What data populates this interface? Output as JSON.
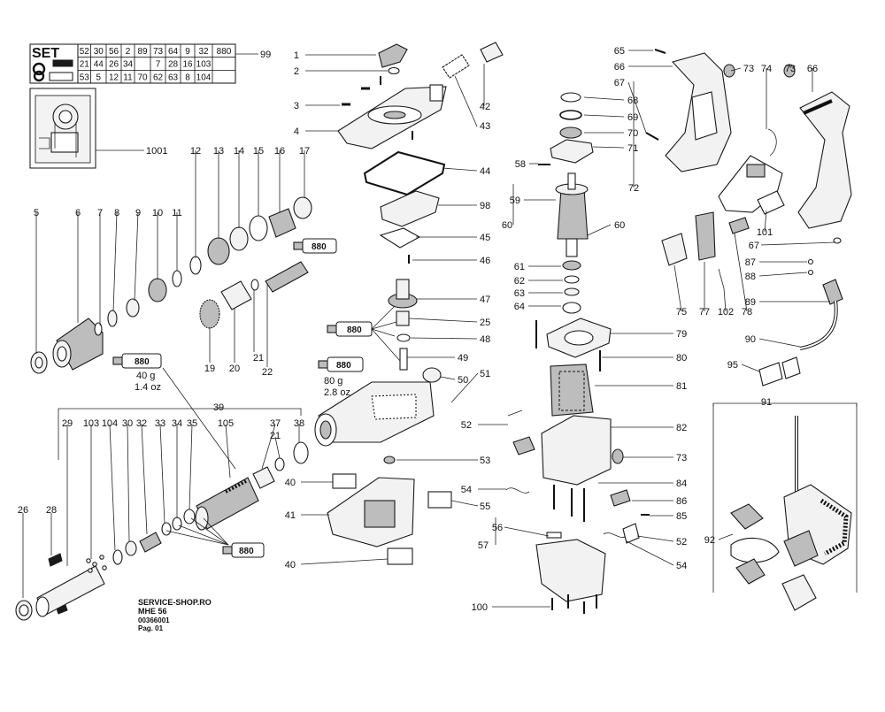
{
  "set_table": {
    "title": "SET",
    "rows": [
      [
        "52",
        "30",
        "56",
        "2",
        "89",
        "73",
        "64",
        "9",
        "32",
        "880"
      ],
      [
        "21",
        "44",
        "26",
        "34",
        "",
        "7",
        "28",
        "16",
        "103",
        ""
      ],
      [
        "53",
        "5",
        "12",
        "11",
        "70",
        "62",
        "63",
        "8",
        "104",
        ""
      ]
    ],
    "callout": "99"
  },
  "inset_callout": "1001",
  "grease_tubes": [
    {
      "label": "880"
    },
    {
      "label": "880",
      "amount": "40 g",
      "amount_oz": "1.4 oz"
    },
    {
      "label": "880"
    },
    {
      "label": "880",
      "amount": "80 g",
      "amount_oz": "2.8 oz"
    },
    {
      "label": "880"
    }
  ],
  "part_numbers": [
    "1",
    "2",
    "3",
    "4",
    "42",
    "43",
    "44",
    "98",
    "45",
    "46",
    "47",
    "25",
    "48",
    "49",
    "50",
    "51",
    "52",
    "53",
    "40",
    "41",
    "55",
    "40",
    "54",
    "5",
    "6",
    "7",
    "8",
    "9",
    "10",
    "11",
    "12",
    "13",
    "14",
    "15",
    "16",
    "17",
    "19",
    "20",
    "21",
    "22",
    "39",
    "29",
    "103",
    "104",
    "30",
    "32",
    "33",
    "34",
    "35",
    "105",
    "37",
    "21",
    "38",
    "26",
    "28",
    "65",
    "66",
    "73",
    "74",
    "73",
    "66",
    "67",
    "68",
    "69",
    "70",
    "71",
    "72",
    "58",
    "59",
    "60",
    "60",
    "61",
    "62",
    "63",
    "64",
    "79",
    "80",
    "81",
    "82",
    "73",
    "84",
    "86",
    "85",
    "52",
    "54",
    "56",
    "57",
    "100",
    "75",
    "77",
    "102",
    "78",
    "101",
    "67",
    "87",
    "88",
    "89",
    "90",
    "95",
    "91",
    "92"
  ],
  "footer": {
    "shop": "SERVICE-SHOP.RO",
    "model": "MHE 56",
    "code": "00366001",
    "page": "Pag. 01"
  }
}
